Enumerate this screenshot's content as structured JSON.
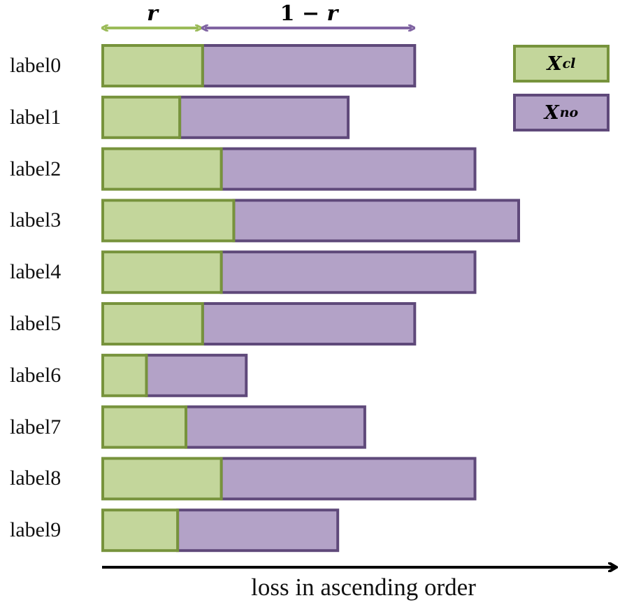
{
  "header": {
    "r_label": "r",
    "one_minus_r_prefix": "1 − ",
    "one_minus_r_var": "r"
  },
  "legend": {
    "clean": {
      "main": "X",
      "sub": "cl",
      "fill": "#c3d69b",
      "border": "#77933c"
    },
    "noisy": {
      "main": "X",
      "sub": "no",
      "fill": "#b3a2c7",
      "border": "#5f497a"
    }
  },
  "axis": {
    "label": "loss in ascending order"
  },
  "colors": {
    "clean_fill": "#c3d69b",
    "clean_border": "#77933c",
    "noisy_fill": "#b3a2c7",
    "noisy_border": "#5f497a",
    "r_arrow": "#9bbb59",
    "one_minus_r_arrow": "#8064a2"
  },
  "rows": [
    {
      "label": "label0",
      "clean": 0.24,
      "total": 0.75
    },
    {
      "label": "label1",
      "clean": 0.185,
      "total": 0.59
    },
    {
      "label": "label2",
      "clean": 0.285,
      "total": 0.895
    },
    {
      "label": "label3",
      "clean": 0.315,
      "total": 1.0
    },
    {
      "label": "label4",
      "clean": 0.285,
      "total": 0.895
    },
    {
      "label": "label5",
      "clean": 0.24,
      "total": 0.75
    },
    {
      "label": "label6",
      "clean": 0.105,
      "total": 0.345
    },
    {
      "label": "label7",
      "clean": 0.2,
      "total": 0.63
    },
    {
      "label": "label8",
      "clean": 0.285,
      "total": 0.895
    },
    {
      "label": "label9",
      "clean": 0.18,
      "total": 0.565
    }
  ]
}
